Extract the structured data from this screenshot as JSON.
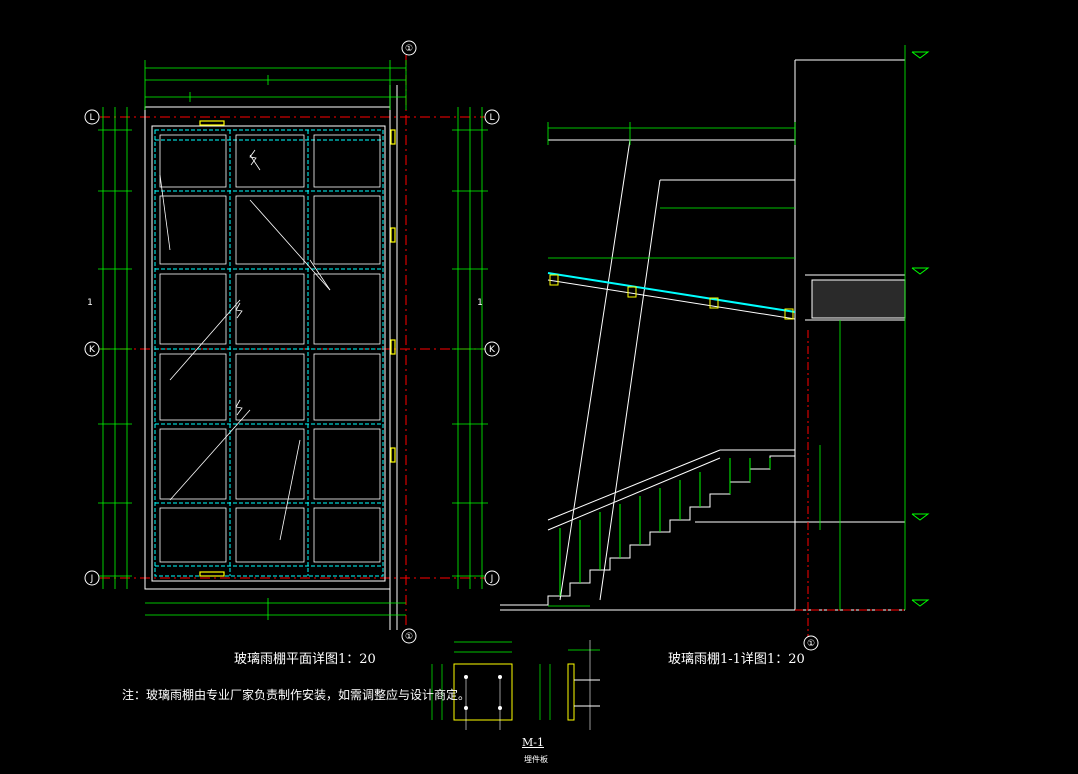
{
  "drawing": {
    "grid_labels": {
      "top_bottom": "①",
      "row_L": "L",
      "row_K": "K",
      "row_J": "J",
      "row_1": "1"
    },
    "captions": {
      "plan": "玻璃雨棚平面详图1：20",
      "section": "玻璃雨棚1-1详图1：20",
      "note": "注：玻璃雨棚由专业厂家负责制作安装，如需调整应与设计商定。",
      "m1": "M-1",
      "m1_sub": "埋件板"
    },
    "colors": {
      "background": "#000000",
      "dimension": "#00ff00",
      "outline": "#ffffff",
      "glass": "#00ffff",
      "axis": "#ff0000",
      "embed": "#ffff00"
    }
  }
}
